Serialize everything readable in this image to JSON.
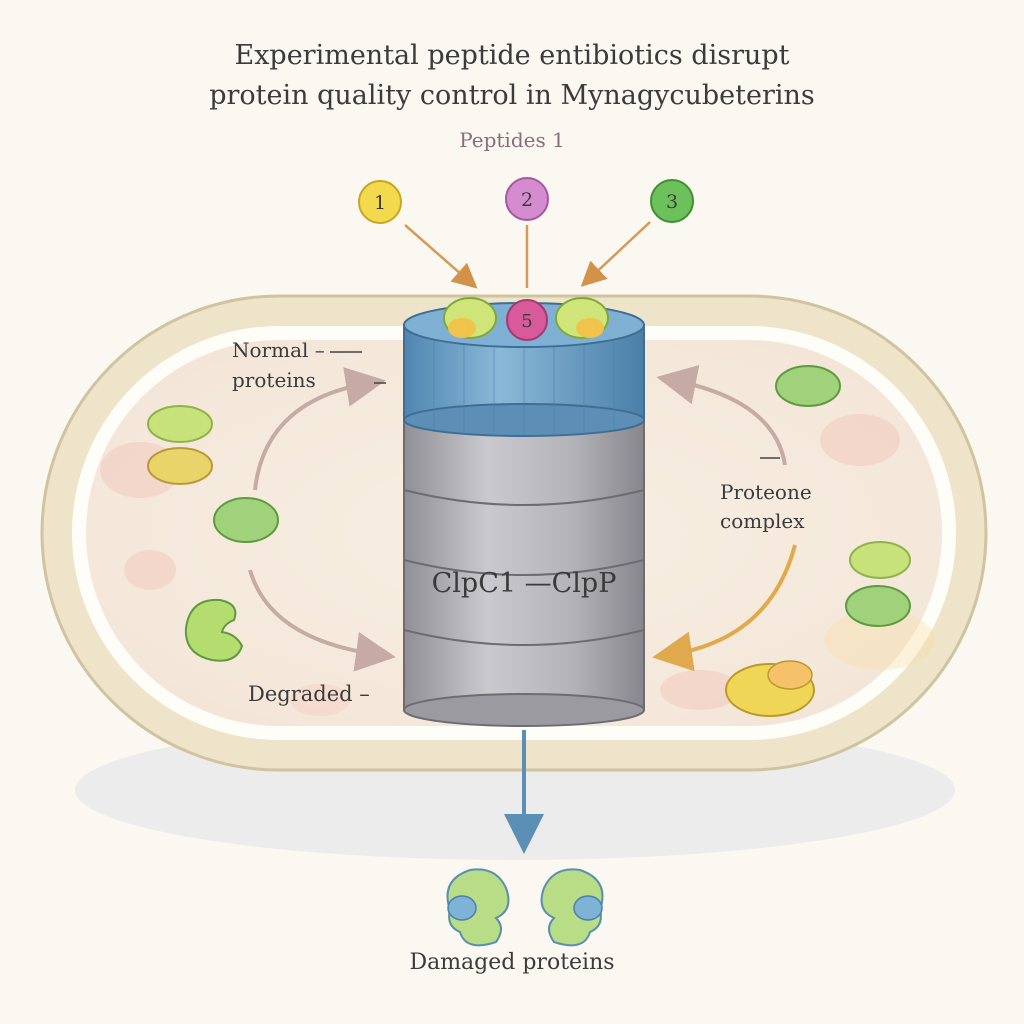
{
  "title": {
    "line1": "Experimental peptide entibiotics disrupt",
    "line2": "protein quality control in Mynagycubeterins"
  },
  "subtitle": "Peptides 1",
  "peptides": [
    {
      "label": "1",
      "color": "#f2d94e"
    },
    {
      "label": "2",
      "color": "#d58ccf"
    },
    {
      "label": "3",
      "color": "#6cc15b"
    }
  ],
  "bound_peptide": {
    "label": "5",
    "color": "#d95a9b"
  },
  "labels": {
    "normal": "Normal –",
    "proteins": "proteins",
    "proteone": "Proteone",
    "complex": "complex",
    "degraded": "Degraded –",
    "damaged": "Damaged proteins",
    "complex_name": "ClpC1 —ClpP"
  },
  "colors": {
    "cell_wall": "#ede4c9",
    "cap": "#6fa2c6",
    "barrel": "#b6b6bb",
    "arrow_left": "#c5aba4",
    "arrow_right": "#e0a94d",
    "arrow_down": "#5c8fb6"
  },
  "icons": [
    "peptide-bead",
    "protein-blob",
    "proteasome-barrel"
  ]
}
